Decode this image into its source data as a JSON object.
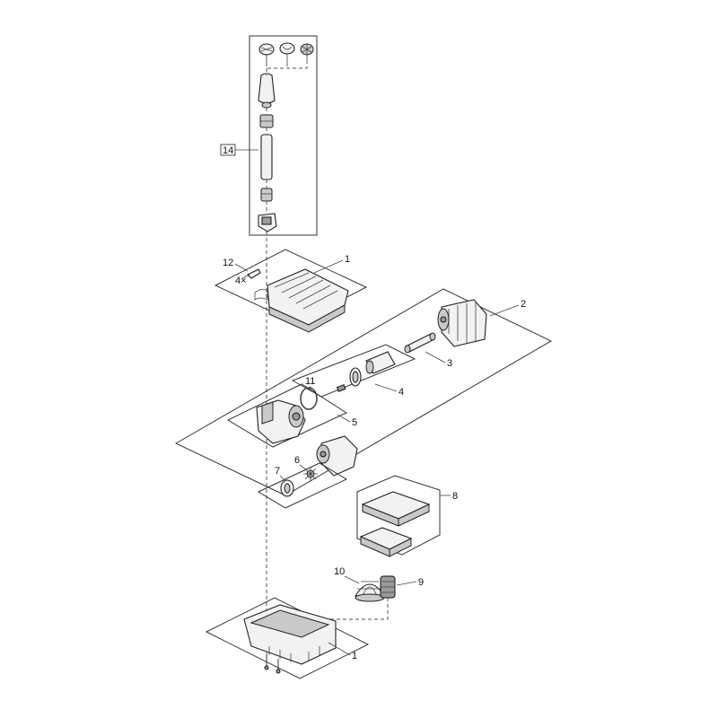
{
  "labels": {
    "l1_top": "1",
    "l1_bottom": "1",
    "l2": "2",
    "l3": "3",
    "l4": "4",
    "l5": "5",
    "l6": "6",
    "l7": "7",
    "l8": "8",
    "l9": "9",
    "l10": "10",
    "l11": "11",
    "l12": "12",
    "l14": "14",
    "qty_4x": "4×"
  }
}
